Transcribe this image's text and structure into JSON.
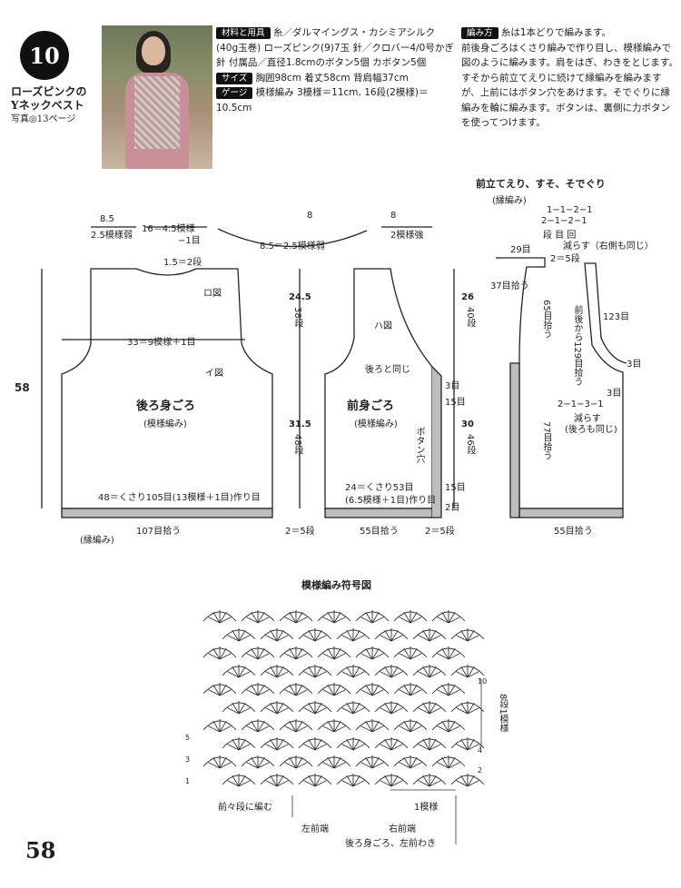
{
  "header": {
    "number": "10",
    "title_lines": [
      "ローズピンクの",
      "Yネックベスト"
    ],
    "photo_ref": "写真◎13ページ"
  },
  "materials": {
    "materials_label": "材料と用具",
    "materials_text": "糸／ダルマイングス・カシミアシルク(40g玉巻) ローズピンク(9)7玉 針／クロバー4/0号かぎ針 付属品／直径1.8cmのボタン5個 カ",
    "materials_text2": "ボタン5個",
    "size_label": "サイズ",
    "size_text": "胸囲98cm 着丈58cm 背肩幅37cm",
    "gauge_label": "ゲージ",
    "gauge_text": "模様編み 3模様＝11cm, 16段(2模様)＝10.5cm"
  },
  "howto": {
    "label": "編み方",
    "text1": "糸は1本どりで編みます。",
    "text2": "前後身ごろはくさり編みで作り目し、模様編みで図のように編みます。肩をはぎ、わきをとじます。すそから前立てえりに続けて縁編みを編みますが、上前にはボタン穴をあけます。そでぐりに縁編みを輪に編みます。ボタンは、裏側に力ボタンを使ってつけます。"
  },
  "back": {
    "label_top_left": "8.5",
    "label_top_left2": "2.5模様弱",
    "label_neck": "16＝4.5模様",
    "label_neck2": "−1目",
    "label_shoulder_rows": "1.5＝2段",
    "label_ro": "ロ図",
    "label_i": "イ図",
    "label_width": "33＝9模様＋1目",
    "height": "58",
    "title": "後ろ身ごろ",
    "pattern": "(模様編み)",
    "base": "48＝くさり105目(13模様＋1目)作り目",
    "pickup": "107目拾う",
    "edge": "(縁編み)"
  },
  "mid_dims": {
    "a": "24.5",
    "a2": "38段",
    "b": "31.5",
    "b2": "48段",
    "c": "2＝5段",
    "shoulder": "8.5＝2.5模様弱"
  },
  "front": {
    "top": "8",
    "top2": "2模様強",
    "label_ha": "ハ図",
    "same_as_back": "後ろと同じ",
    "title": "前身ごろ",
    "pattern": "(模様編み)",
    "btn_hole": "ボタン穴",
    "r3": "3目",
    "r15a": "15目",
    "r15b": "15目",
    "r2": "2目",
    "base": "24＝くさり53目",
    "base2": "(6.5模様＋1目)作り目",
    "pickup": "55目拾う",
    "right_a": "26",
    "right_a2": "40段",
    "right_b": "30",
    "right_b2": "46段",
    "right_c": "2＝5段"
  },
  "band": {
    "title": "前立てえり、すそ、そでぐり",
    "sub": "(縁編み)",
    "dec1": "1−1−2−1",
    "dec2": "2−1−2−1",
    "dec3": "段 目 回",
    "dec4": "減らす（右側も同じ）",
    "dec_mid": "2＝5段",
    "s29": "29目",
    "s37": "37目拾う",
    "s65": "65目拾う",
    "s123": "123目",
    "s129": "前後から129目拾う",
    "s3a": "3目",
    "s3b": "3目",
    "dec_b1": "2−1−3−1",
    "dec_b2": "減らす",
    "dec_b3": "(後ろも同じ)",
    "s77": "77目拾う",
    "s55": "55目拾う"
  },
  "chart": {
    "title": "模様編み符号図",
    "row_labels": [
      "10",
      "8段1模様",
      "4",
      "2",
      "5",
      "3",
      "1"
    ],
    "bottom_left": "前々段に編む",
    "repeat": "1模様",
    "left_end": "左前端",
    "right_end": "右前端",
    "bottom": "後ろ身ごろ、左前わき"
  },
  "page_number": "58"
}
